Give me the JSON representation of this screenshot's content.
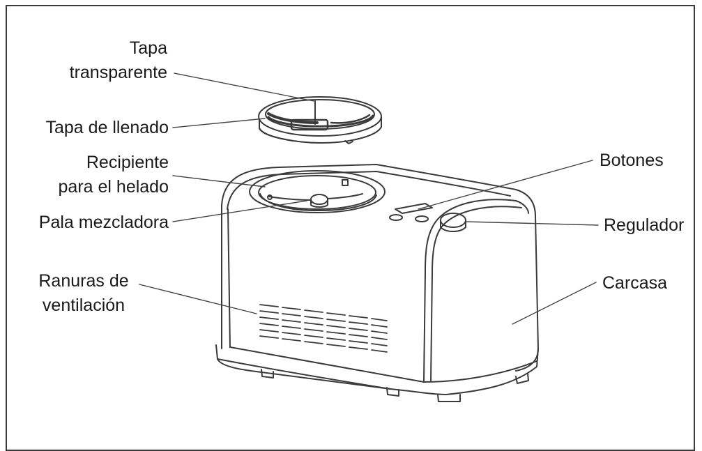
{
  "labels": {
    "tapa_transparente_1": "Tapa",
    "tapa_transparente_2": "transparente",
    "tapa_llenado": "Tapa de llenado",
    "recipiente_1": "Recipiente",
    "recipiente_2": "para el helado",
    "pala": "Pala mezcladora",
    "ranuras_1": "Ranuras de",
    "ranuras_2": "ventilación",
    "botones": "Botones",
    "regulador": "Regulador",
    "carcasa": "Carcasa"
  }
}
